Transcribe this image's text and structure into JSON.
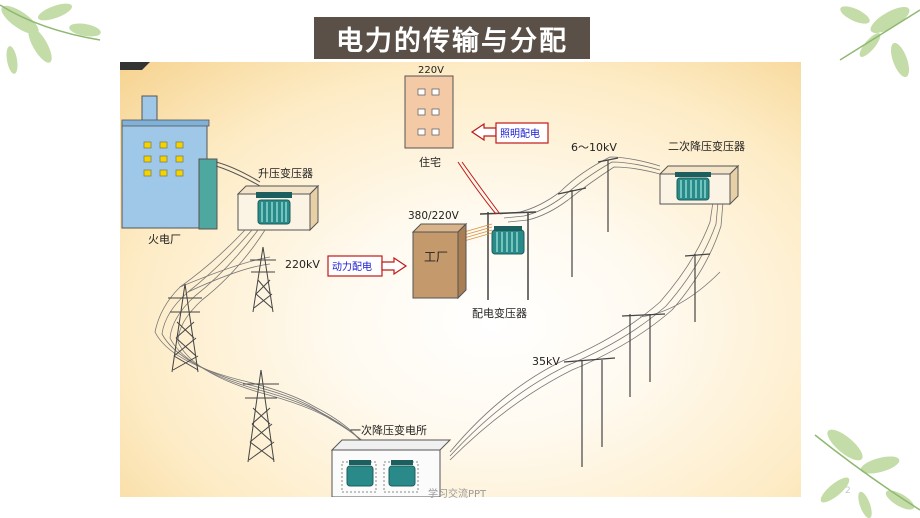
{
  "title": "电力的传输与分配",
  "labels": {
    "power_plant": "火电厂",
    "step_up_transformer": "升压变压器",
    "voltage_220kv": "220kV",
    "residence_voltage": "220V",
    "residence": "住宅",
    "lighting_distribution": "照明配电",
    "factory_voltage": "380/220V",
    "factory": "工厂",
    "power_distribution": "动力配电",
    "distribution_transformer": "配电变压器",
    "voltage_6_10kv": "6～10kV",
    "secondary_step_down": "二次降压变压器",
    "voltage_35kv": "35kV",
    "primary_substation": "一次降压变电所"
  },
  "footer": "学习交流PPT",
  "page_number": "2",
  "colors": {
    "title_bg": "#5a5048",
    "callout_text": "#1a1ad0",
    "callout_border": "#d01818",
    "transformer_teal": "#2a8a8a",
    "building_blue": "#9fc7e8",
    "factory_brown": "#c49a6c",
    "residence_tan": "#f3c9a6"
  }
}
